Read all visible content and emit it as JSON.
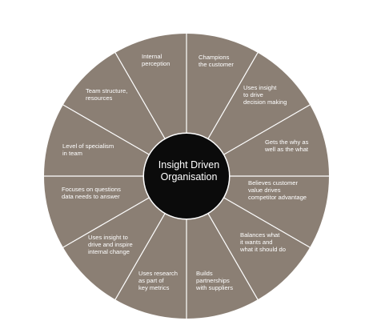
{
  "hub": {
    "label": "Insight Driven\nOrganisation",
    "color": "#0b0b0b"
  },
  "wheel": {
    "segment_color": "#8b7f74",
    "divider_color": "#ffffff"
  },
  "segments": [
    {
      "label": "Champions\nthe customer"
    },
    {
      "label": "Uses insight\nto drive\ndecision making"
    },
    {
      "label": "Gets the why as\nwell as the what"
    },
    {
      "label": "Believes customer\nvalue drives\ncompetitor advantage"
    },
    {
      "label": "Balances what\nit wants and\nwhat it should do"
    },
    {
      "label": "Builds\npartnerships\nwith suppliers"
    },
    {
      "label": "Uses research\nas part of\nkey metrics"
    },
    {
      "label": "Uses insight to\ndrive and inspire\ninternal change"
    },
    {
      "label": "Focuses on questions\ndata needs to answer"
    },
    {
      "label": "Level of specialism\nin team"
    },
    {
      "label": "Team structure,\nresources"
    },
    {
      "label": "Internal\nperception"
    }
  ]
}
